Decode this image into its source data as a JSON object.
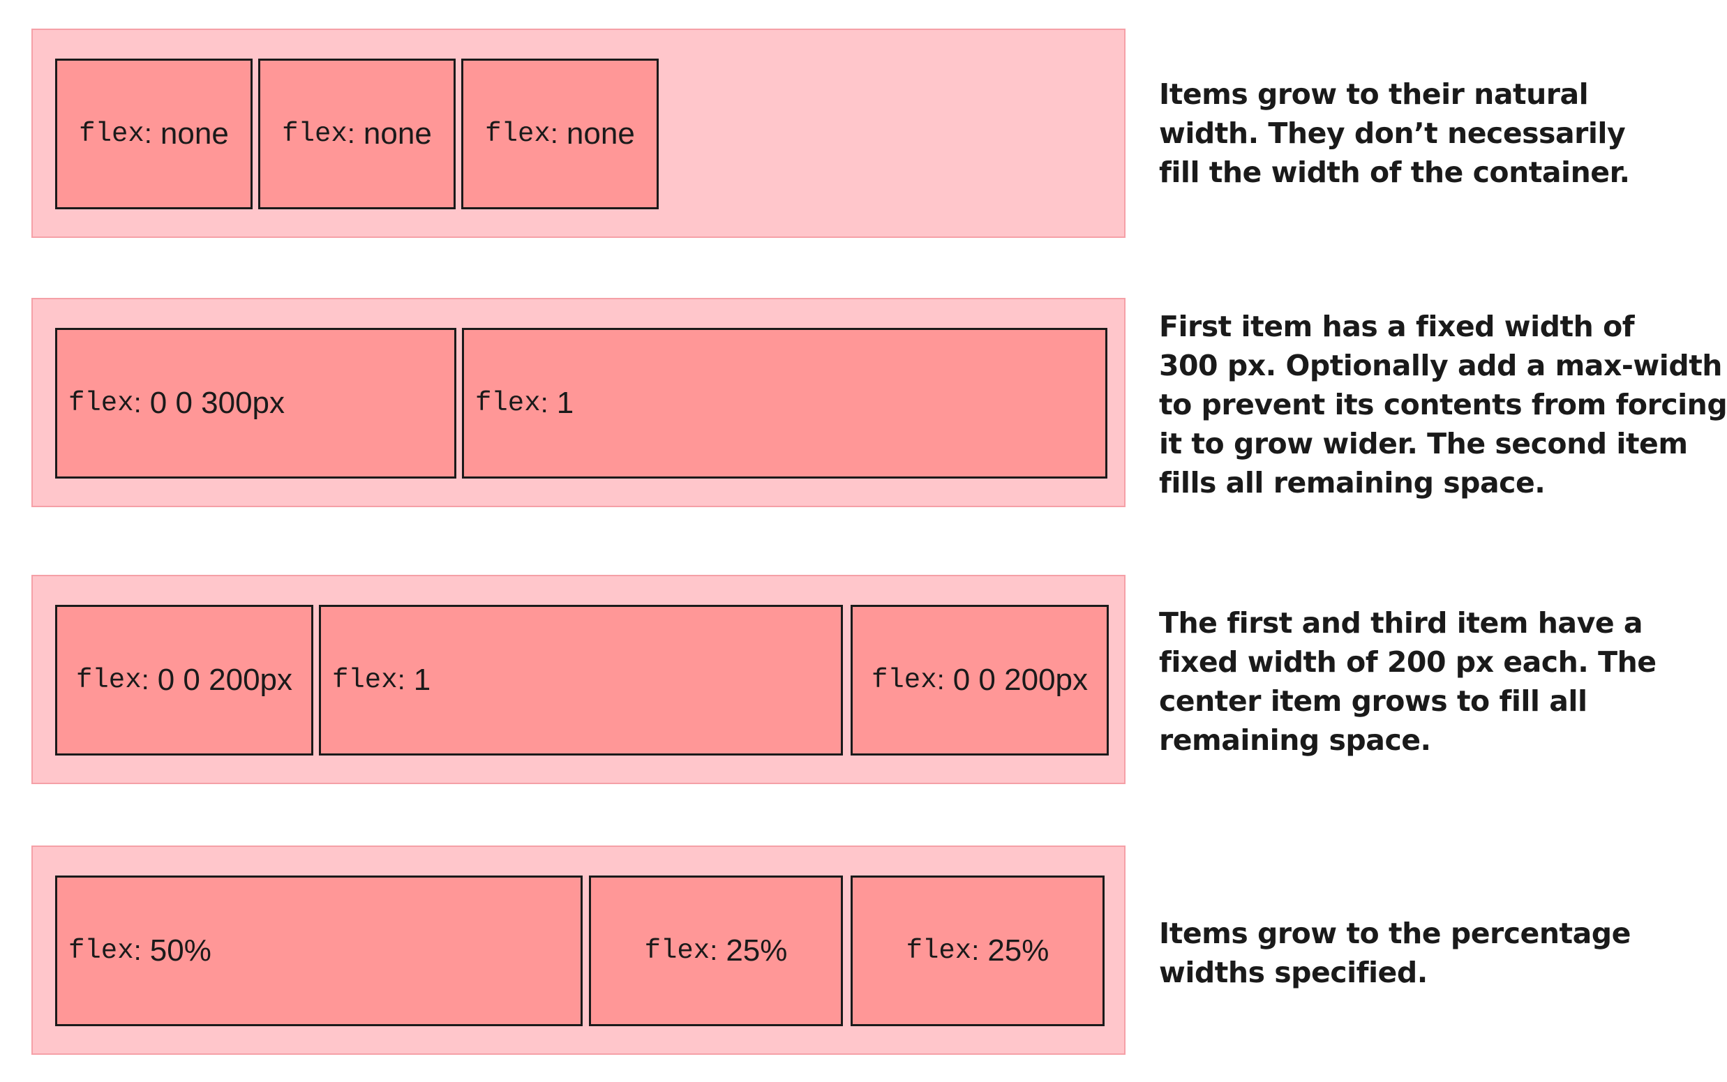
{
  "rows": [
    {
      "items": [
        {
          "keyword": "flex",
          "value": "none"
        },
        {
          "keyword": "flex",
          "value": "none"
        },
        {
          "keyword": "flex",
          "value": "none"
        }
      ],
      "caption": [
        "Items grow to their natural",
        "width. They don’t necessarily",
        "fill the width of the container."
      ]
    },
    {
      "items": [
        {
          "keyword": "flex",
          "value": "0 0 300px"
        },
        {
          "keyword": "flex",
          "value": "1"
        }
      ],
      "caption": [
        "First item has a fixed width of",
        "300 px. Optionally add a max-width",
        "to prevent its contents from forcing",
        "it to grow wider. The second item",
        "fills all remaining space."
      ]
    },
    {
      "items": [
        {
          "keyword": "flex",
          "value": "0 0 200px"
        },
        {
          "keyword": "flex",
          "value": "1"
        },
        {
          "keyword": "flex",
          "value": "0 0 200px"
        }
      ],
      "caption": [
        "The first and third item have a",
        "fixed width of 200 px each. The",
        "center item grows to fill all",
        "remaining space."
      ]
    },
    {
      "items": [
        {
          "keyword": "flex",
          "value": "50%"
        },
        {
          "keyword": "flex",
          "value": "25%"
        },
        {
          "keyword": "flex",
          "value": "25%"
        }
      ],
      "caption": [
        "Items grow to the percentage",
        "widths specified."
      ]
    }
  ],
  "colors": {
    "container_fill": "#ffc6cb",
    "container_border": "#f5a0a7",
    "item_fill": "#ff9797",
    "item_border": "#1a1a1a",
    "text": "#1a1a1a"
  }
}
